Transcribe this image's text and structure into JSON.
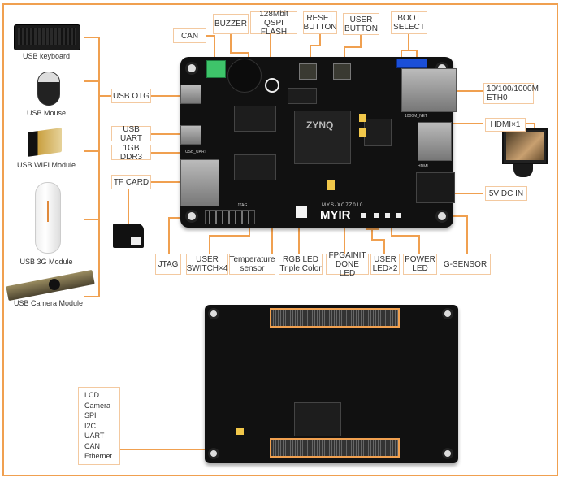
{
  "title": "MYS-XC7Z010 board interface diagram",
  "colors": {
    "accent": "#f0a050",
    "label_border": "#f3c9a0",
    "board": "#111111",
    "text": "#333333"
  },
  "peripherals": [
    {
      "id": "keyboard",
      "caption": "USB keyboard",
      "icon": "keyboard-icon"
    },
    {
      "id": "mouse",
      "caption": "USB Mouse",
      "icon": "mouse-icon"
    },
    {
      "id": "wifi",
      "caption": "USB WIFI Module",
      "icon": "usb-wifi-icon"
    },
    {
      "id": "3g",
      "caption": "USB 3G Module",
      "icon": "usb-3g-dongle-icon"
    },
    {
      "id": "camera",
      "caption": "USB Camera Module",
      "icon": "camera-module-icon"
    }
  ],
  "top_labels": {
    "can": "CAN",
    "buzzer": "BUZZER",
    "qspi": "128Mbit QSPI\nFLASH",
    "reset": "RESET\nBUTTON",
    "user_button": "USER\nBUTTON",
    "boot": "BOOT\nSELECT"
  },
  "left_labels": {
    "usb_otg": "USB OTG",
    "usb_uart": "USB UART",
    "ddr3": "1GB DDR3",
    "tf_card": "TF CARD"
  },
  "right_labels": {
    "eth": "10/100/1000M\nETH0",
    "hdmi": "HDMI×1",
    "dc_in": "5V DC IN"
  },
  "bottom_labels": {
    "jtag": "JTAG",
    "user_switch": "USER\nSWITCH×4",
    "temp": "Temperature\nsensor",
    "rgb": "RGB LED\nTriple Color",
    "fpga_done": "FPGAINIT\nDONE LED",
    "user_led": "USER\nLED×2",
    "power_led": "POWER\nLED",
    "gsensor": "G-SENSOR"
  },
  "board_text": {
    "model": "MYS-XC7Z010",
    "brand": "MYIR",
    "soc": "ZYNQ",
    "jtag_silk": "JTAG",
    "hdmi_silk": "HDMI",
    "net_silk": "1000M_NET",
    "uart_silk": "USB_UART"
  },
  "back_interfaces": [
    "LCD",
    "Camera",
    "SPI",
    "I2C",
    "UART",
    "CAN",
    "Ethernet"
  ]
}
